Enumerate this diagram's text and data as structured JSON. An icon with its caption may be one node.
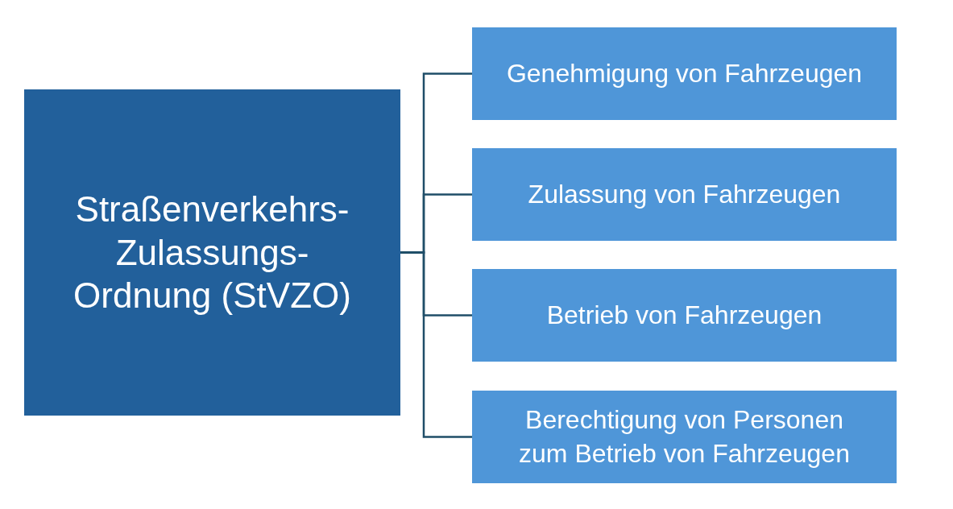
{
  "diagram": {
    "nodes": [
      {
        "text": [
          "Straßenverkehrs- Zulassungs- Ordnung (StVZO)"
        ]
      },
      {
        "text": [
          "Genehmigung von Fahrzeugen"
        ]
      },
      {
        "text": [
          "Zulassung von Fahrzeugen"
        ]
      },
      {
        "text": [
          "Betrieb von Fahrzeugen"
        ]
      },
      {
        "text": [
          "Berechtigung von Personen zum Betrieb von Fahrzeugen"
        ]
      }
    ],
    "edges": [
      {
        "from": 0,
        "to": 1,
        "arrow": "none"
      },
      {
        "from": 0,
        "to": 2,
        "arrow": "none"
      },
      {
        "from": 0,
        "to": 3,
        "arrow": "none"
      },
      {
        "from": 0,
        "to": 4,
        "arrow": "none"
      }
    ]
  }
}
